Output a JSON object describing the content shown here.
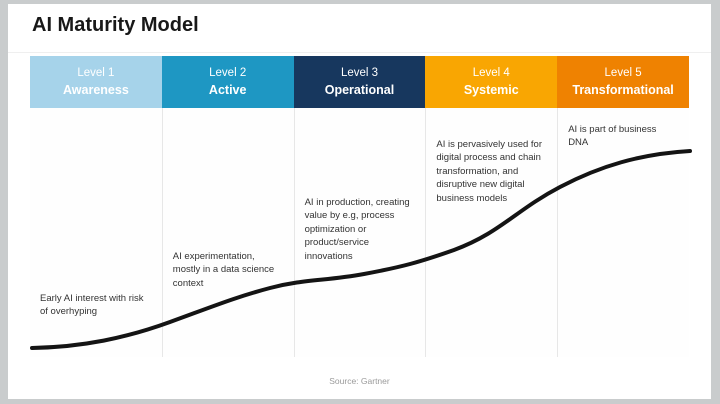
{
  "title": "AI Maturity Model",
  "source": "Source: Gartner",
  "curve_color": "#141414",
  "levels": [
    {
      "level": "Level 1",
      "name": "Awareness",
      "color": "#a6d3ea",
      "description": "Early AI interest with risk of overhyping"
    },
    {
      "level": "Level 2",
      "name": "Active",
      "color": "#1e97c3",
      "description": "AI experimentation, mostly in a data science context"
    },
    {
      "level": "Level 3",
      "name": "Operational",
      "color": "#17375e",
      "description": "AI in production, creating value by e.g, process optimization or product/service innovations"
    },
    {
      "level": "Level 4",
      "name": "Systemic",
      "color": "#f9a602",
      "description": "AI is pervasively used for digital process and chain transformation, and disruptive new digital business models"
    },
    {
      "level": "Level 5",
      "name": "Transformational",
      "color": "#ef8201",
      "description": "AI is part of business DNA"
    }
  ]
}
